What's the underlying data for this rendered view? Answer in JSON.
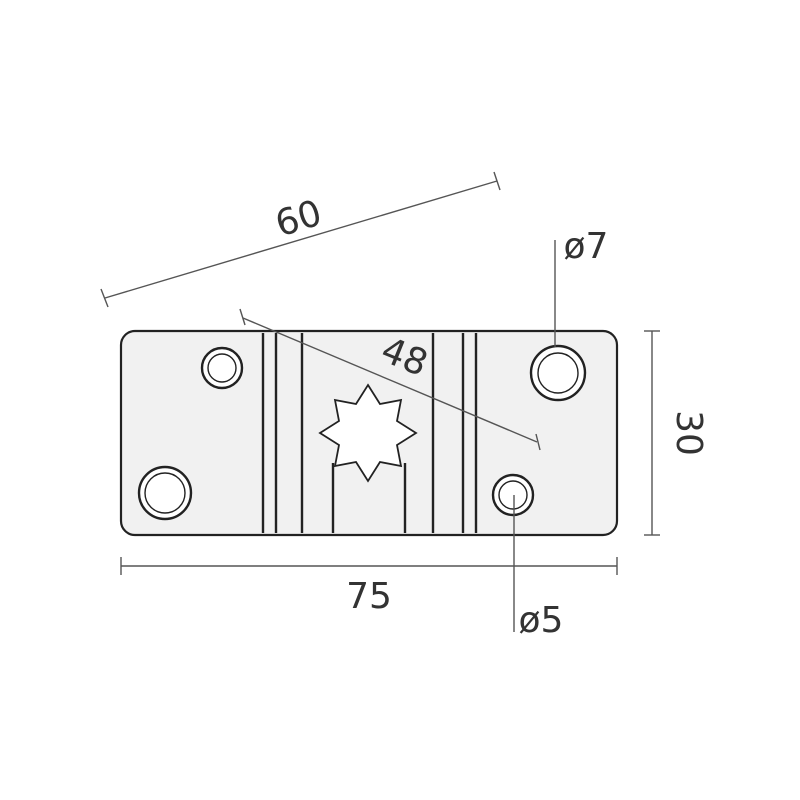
{
  "dimensions": {
    "diagonal_length": "60",
    "star_span": "48",
    "hole_large": "ø7",
    "height": "30",
    "width": "75",
    "hole_small": "ø5"
  },
  "colors": {
    "line": "#222222",
    "plate_fill": "#f1f1f1",
    "dimension_line": "#555555",
    "text": "#333333"
  }
}
